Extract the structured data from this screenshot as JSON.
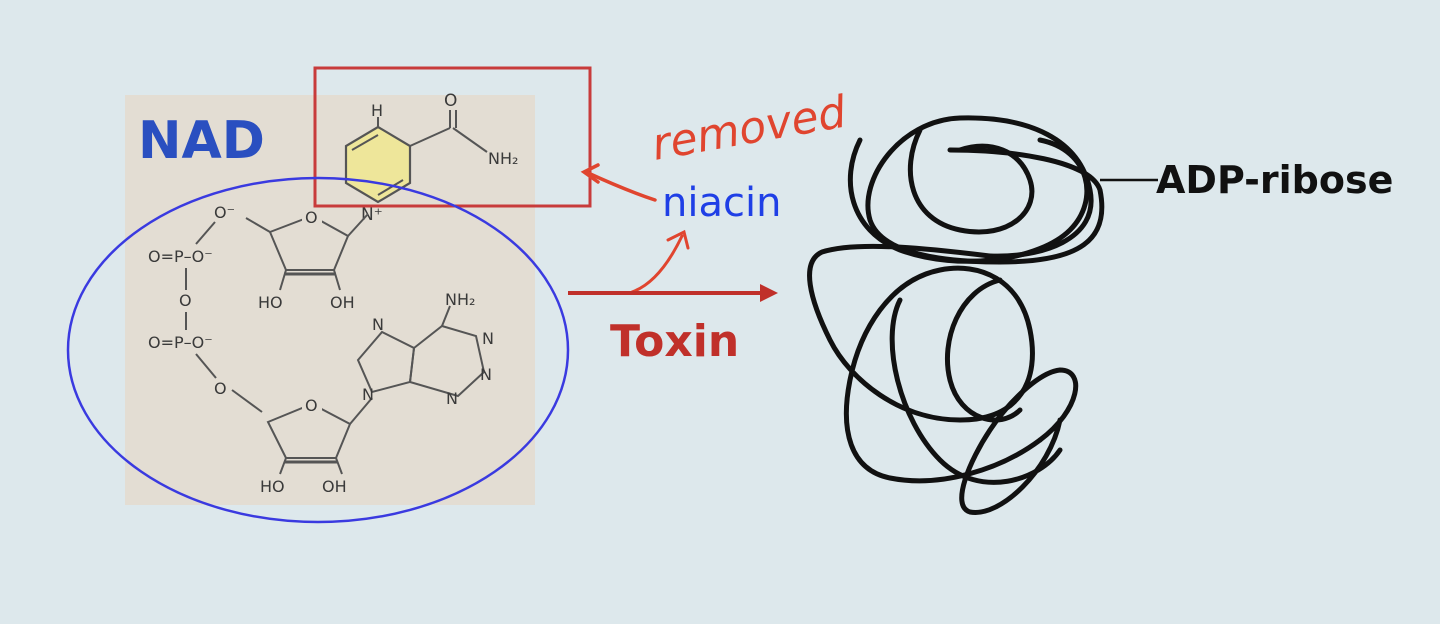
{
  "labels": {
    "nad": "NAD",
    "niacin": "niacin",
    "toxin": "Toxin",
    "adp_ribose": "ADP-ribose",
    "handwritten_note": "removed"
  },
  "structure": {
    "hydrogen": "H",
    "carbonyl_o": "O",
    "amide": "NH₂",
    "ring_n_plus": "N⁺",
    "phosphate_o_top": "O⁻",
    "phosphate_o_bottom": "O",
    "phosphate_1": "O=P–O⁻",
    "bridge_o": "O",
    "phosphate_2": "O=P–O⁻",
    "ribose1_ring_o": "O",
    "ribose1_ho": "HO",
    "ribose1_oh": "OH",
    "ribose2_ring_o": "O",
    "ribose2_ho": "HO",
    "ribose2_oh": "OH",
    "adenine_nh2": "NH₂",
    "adenine_n1": "N",
    "adenine_n3": "N",
    "adenine_n7": "N",
    "adenine_n9": "N",
    "adenine_n_top": "N"
  },
  "colors": {
    "background": "#dde8ec",
    "photo_panel": "#e3ddd3",
    "nad_label": "#2a4fc0",
    "niacin_label": "#1f3fe6",
    "toxin": "#c0302a",
    "box": "#c83b3b",
    "ellipse": "#3a3ae0",
    "ring_highlight": "#eee69a",
    "scribble": "#111111",
    "handwriting": "#e0452f"
  }
}
